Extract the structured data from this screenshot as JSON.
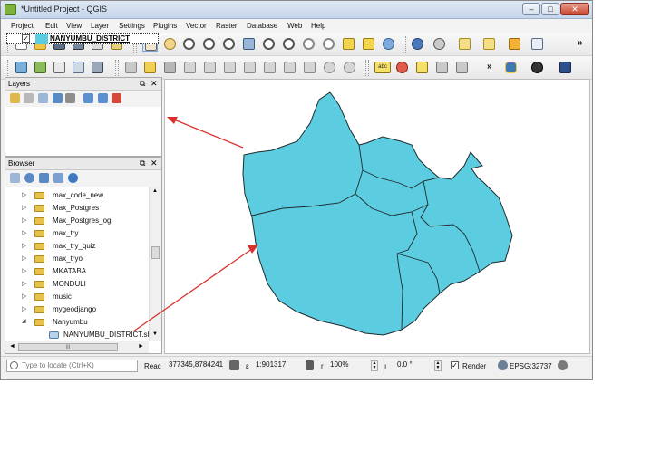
{
  "window": {
    "title": "*Untitled Project - QGIS",
    "controls": {
      "minimize": "–",
      "maximize": "□",
      "close": "✕"
    }
  },
  "menu": [
    "Project",
    "Edit",
    "View",
    "Layer",
    "Settings",
    "Plugins",
    "Vector",
    "Raster",
    "Database",
    "Web",
    "Help"
  ],
  "toolbar": {
    "overflow": "»",
    "row1_icons": [
      "new-project-icon",
      "open-project-icon",
      "save-project-icon",
      "save-as-icon",
      "print-composer-icon",
      "composer-manager-icon",
      "pan-icon",
      "pan-to-selection-icon",
      "zoom-in-icon",
      "zoom-out-icon",
      "zoom-actual-icon",
      "zoom-full-icon",
      "zoom-to-selection-icon",
      "zoom-to-layer-icon",
      "zoom-last-icon",
      "zoom-next-icon",
      "new-bookmark-icon",
      "show-bookmarks-icon",
      "refresh-icon",
      "identify-icon",
      "measure-icon",
      "select-features-icon",
      "deselect-icon",
      "attribute-table-icon",
      "map-tips-icon"
    ],
    "row2_icons": [
      "add-vector-layer-icon",
      "add-raster-layer-icon",
      "add-postgis-layer-icon",
      "add-delimited-text-icon",
      "add-spatialite-icon",
      "current-edits-icon",
      "toggle-editing-icon",
      "save-edits-icon",
      "add-feature-icon",
      "move-feature-icon",
      "node-tool-icon",
      "delete-selected-icon",
      "cut-features-icon",
      "copy-features-icon",
      "paste-features-icon",
      "undo-icon",
      "redo-icon",
      "label-tool-icon",
      "pin-labels-icon",
      "highlight-labels-icon",
      "move-label-icon",
      "rotate-label-icon",
      "python-console-icon",
      "georeferencer-icon",
      "help-icon"
    ],
    "label_badge": "abc"
  },
  "layers_panel": {
    "title": "Layers",
    "controls": {
      "float": "⧉",
      "close": "✕"
    },
    "layers": [
      {
        "name": "NANYUMBU_DISTRICT",
        "checked": "✓",
        "color": "#5ccde0"
      }
    ]
  },
  "browser_panel": {
    "title": "Browser",
    "controls": {
      "float": "⧉",
      "close": "✕"
    },
    "items": [
      {
        "label": "max_code_new",
        "arrow": "▷"
      },
      {
        "label": "Max_Postgres",
        "arrow": "▷"
      },
      {
        "label": "Max_Postgres_og",
        "arrow": "▷"
      },
      {
        "label": "max_try",
        "arrow": "▷"
      },
      {
        "label": "max_try_quiz",
        "arrow": "▷"
      },
      {
        "label": "max_tryo",
        "arrow": "▷"
      },
      {
        "label": "MKATABA",
        "arrow": "▷"
      },
      {
        "label": "MONDULI",
        "arrow": "▷"
      },
      {
        "label": "music",
        "arrow": "▷"
      },
      {
        "label": "mygeodjango",
        "arrow": "▷"
      },
      {
        "label": "Nanyumbu",
        "arrow": "◢"
      },
      {
        "label": "NANYUMBU_DISTRICT.shp",
        "arrow": ""
      }
    ],
    "scroll_up": "▲",
    "scroll_down": "▼",
    "hscroll_left": "◄",
    "hscroll_right": "►",
    "hscroll_grip": "III"
  },
  "status": {
    "locate_placeholder": "Type to locate (Ctrl+K)",
    "coord_label": "Reac",
    "coordinate": "377345,8784241",
    "scale_prefix": "1:",
    "scale": "1:901317",
    "magnifier_prefix": "r",
    "magnifier": "100%",
    "rotation_prefix": "ı",
    "rotation": "0.0 °",
    "render_label": "Render",
    "render_checked": "✓",
    "crs": "EPSG:32737"
  },
  "map": {
    "fill": "#5ccde0",
    "stroke": "#1f2a2c",
    "annotation_color": "#d9322d"
  }
}
